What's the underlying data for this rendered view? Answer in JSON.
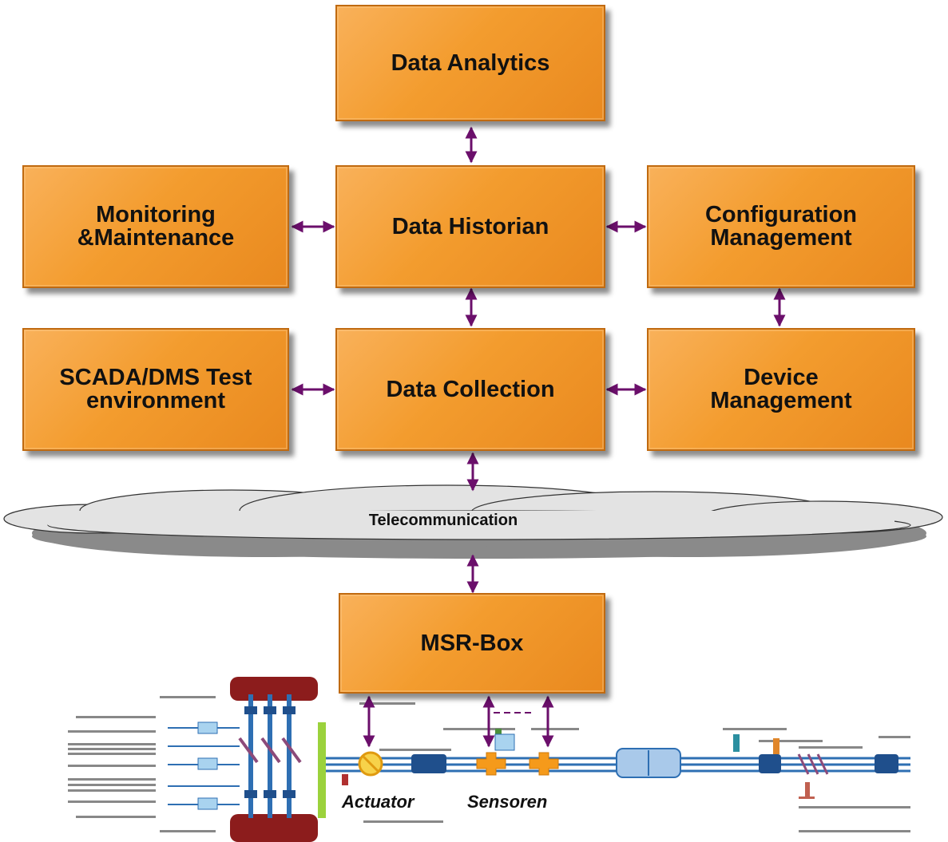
{
  "boxes": {
    "data_analytics": "Data Analytics",
    "monitoring_line1": "Monitoring",
    "monitoring_line2": "&Maintenance",
    "data_historian": "Data Historian",
    "configuration_line1": "Configuration",
    "configuration_line2": "Management",
    "scada_line1": "SCADA/DMS Test",
    "scada_line2": "environment",
    "data_collection": "Data Collection",
    "device_line1": "Device",
    "device_line2": "Management",
    "msr_box": "MSR-Box"
  },
  "cloud": {
    "label": "Telecommunication"
  },
  "captions": {
    "actuator": "Actuator",
    "sensoren": "Sensoren"
  },
  "colors": {
    "box_fill": "#f39c2e",
    "arrow": "#6b0f6b",
    "cloud_fill": "#e3e3e3",
    "busbar": "#8c1c1c",
    "line_blue": "#2e6fb3",
    "sensor": "#f59a1b"
  }
}
